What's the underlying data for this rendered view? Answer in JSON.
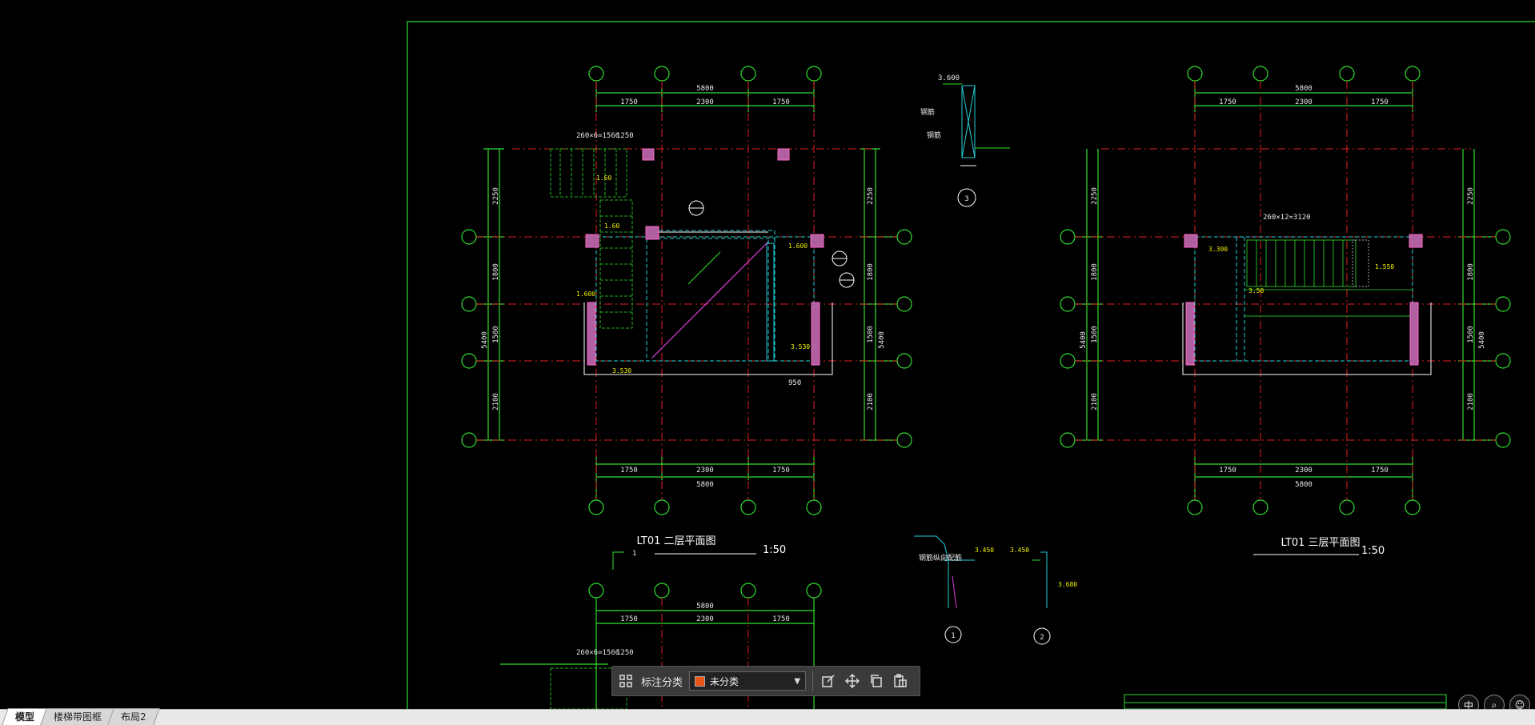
{
  "drawing": {
    "plan_a_title": "LT01 二层平面图",
    "plan_b_title": "LT01 三层平面图",
    "scale_label": "1:50",
    "dim_total": "5800",
    "dim_side": "1750",
    "dim_mid": "2300",
    "dim_v1": "2250",
    "dim_v2": "1800",
    "dim_v3": "1500",
    "dim_v4": "2100",
    "dim_v_total": "5400",
    "detail_1": "1",
    "detail_2": "2",
    "detail_3": "3",
    "stair_note": "260×6=1560",
    "stair_note_b": "260×12=3120",
    "dim_1250": "1250",
    "dim_950": "950"
  },
  "toolbar": {
    "category_label": "标注分类",
    "category_value": "未分类",
    "swatch_color": "#e8541a",
    "icons": [
      "grid-icon",
      "edit-icon",
      "move-icon",
      "copy-icon",
      "paste-icon"
    ]
  },
  "tabs": [
    {
      "label": "模型",
      "active": true
    },
    {
      "label": "楼梯带图框",
      "active": false
    },
    {
      "label": "布局2",
      "active": false
    }
  ],
  "status": {
    "ime": "中"
  }
}
